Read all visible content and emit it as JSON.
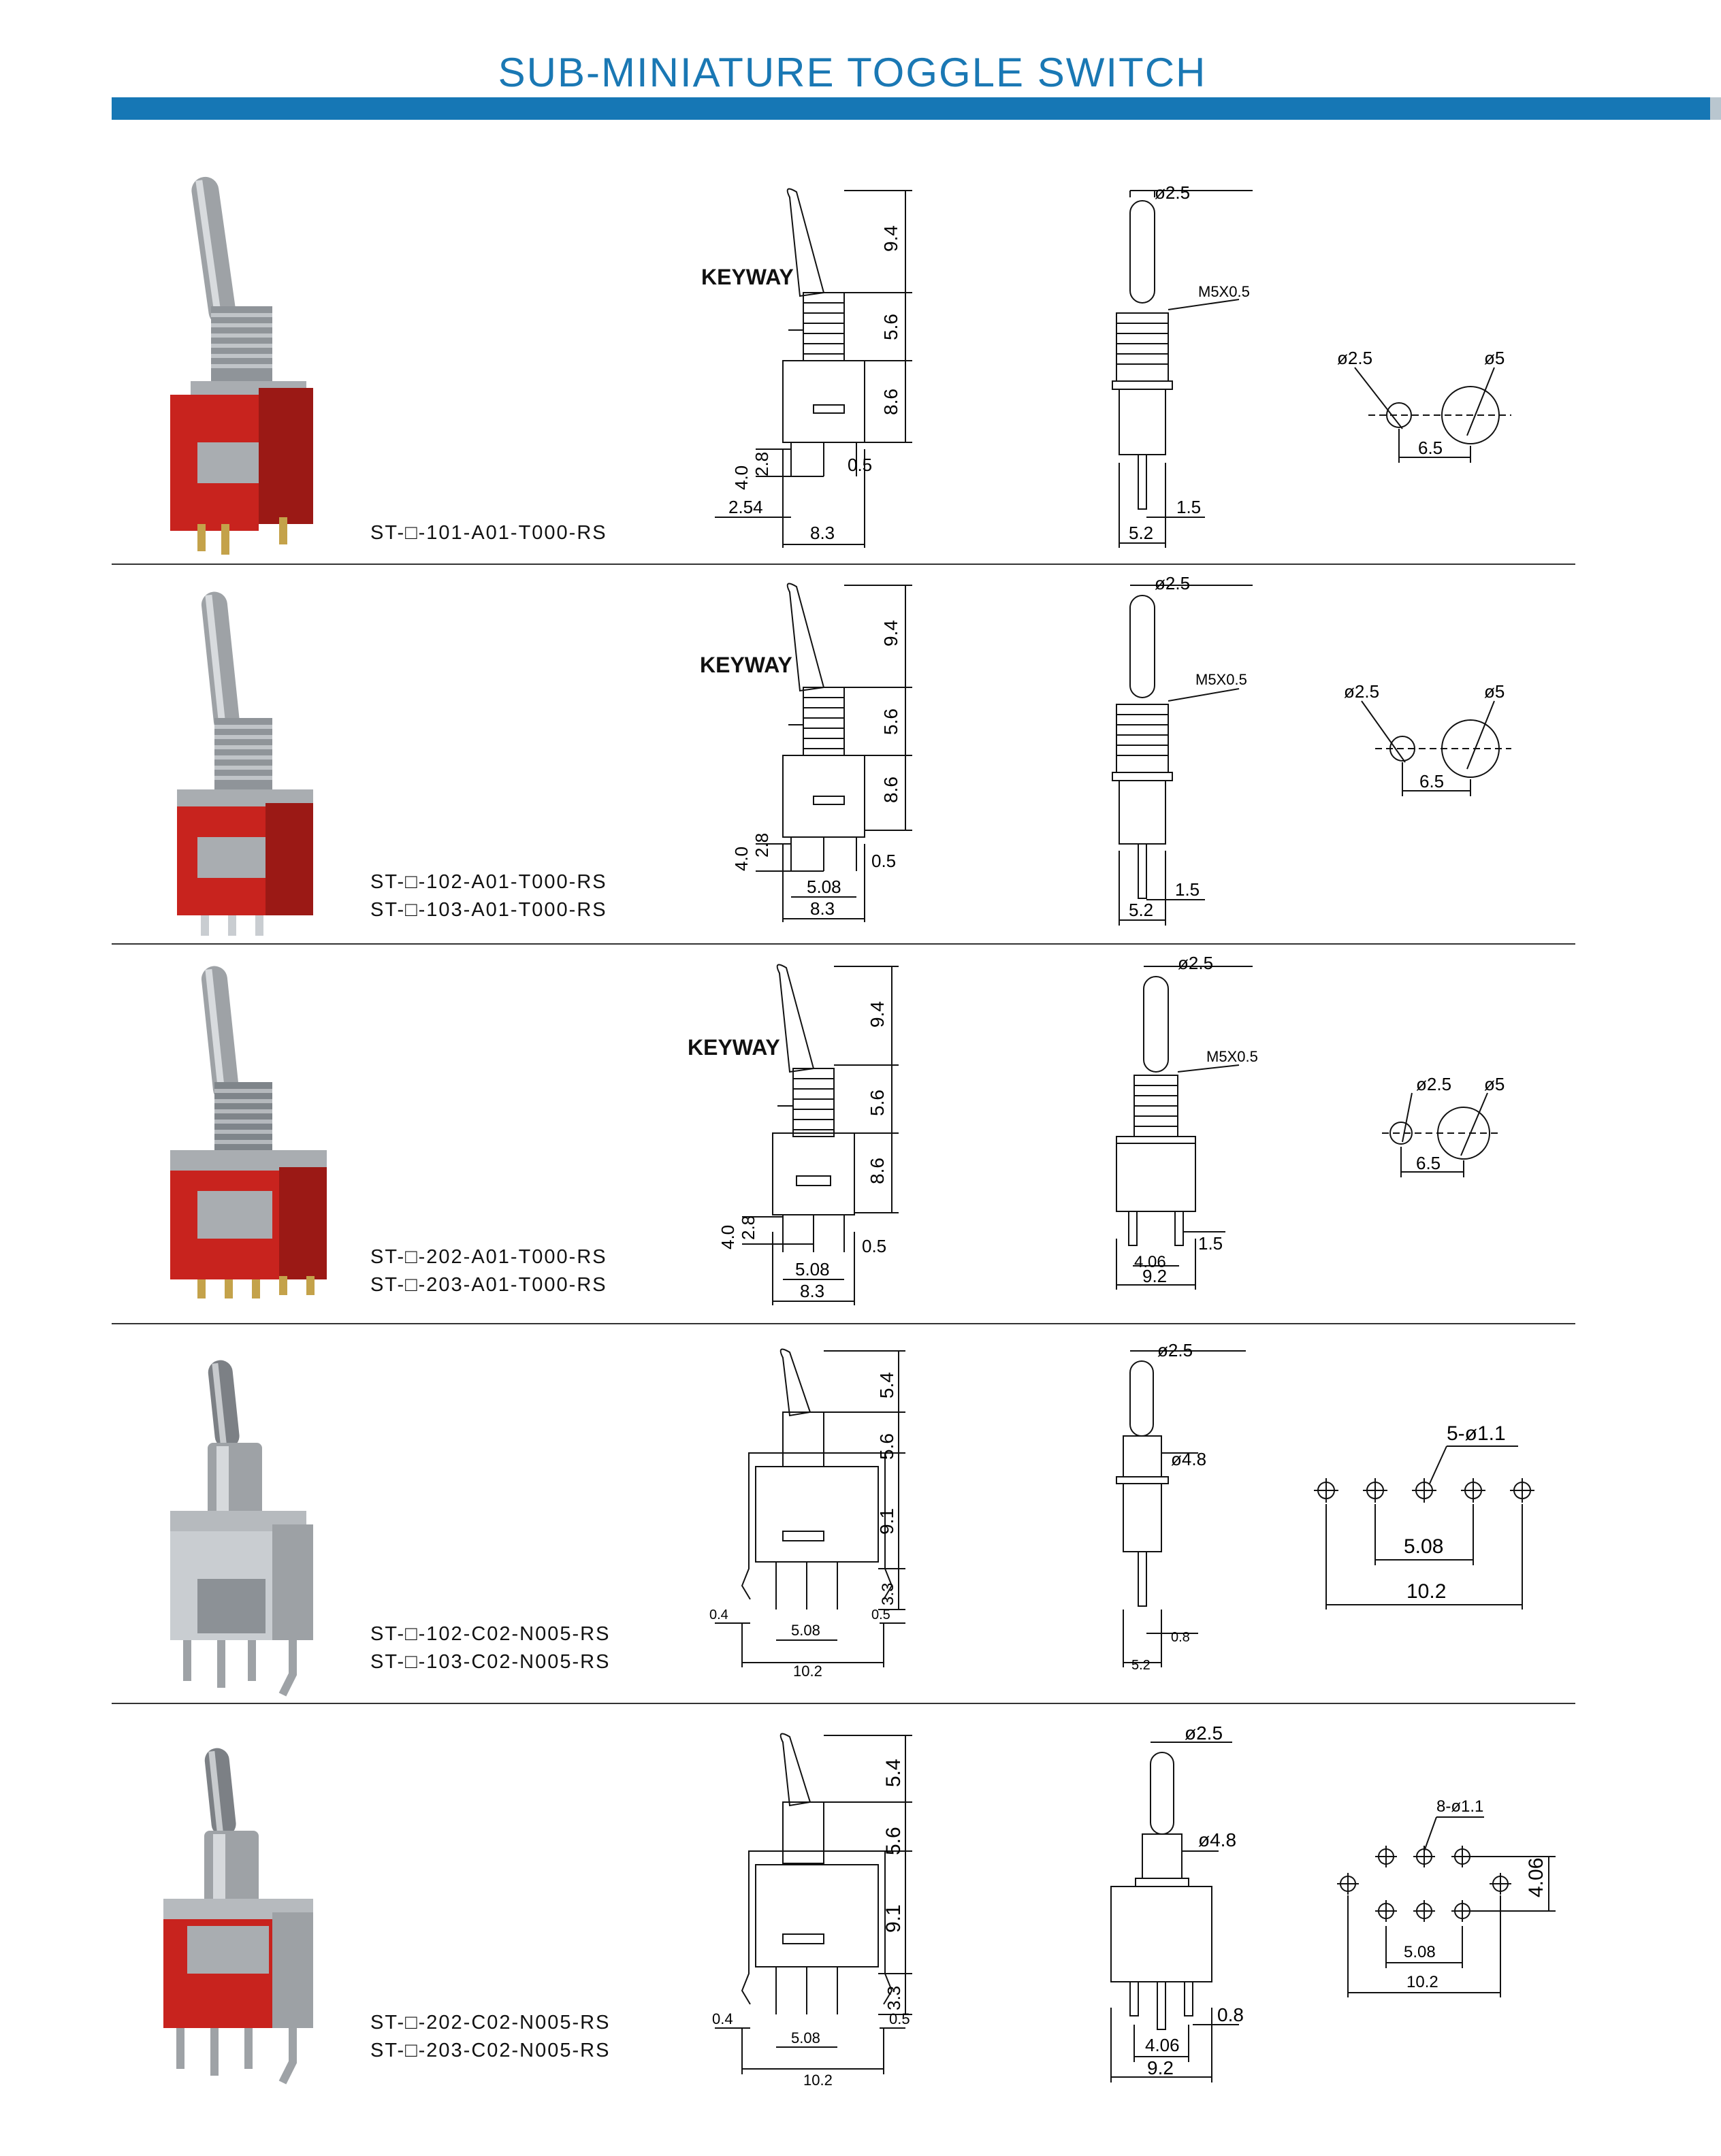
{
  "page": {
    "title": "SUB-MINIATURE TOGGLE SWITCH"
  },
  "colors": {
    "title_blue": "#1a78b4",
    "bar_blue": "#1677b5",
    "switch_red": "#c8231e",
    "metal": "#a9adb1"
  },
  "rows": [
    {
      "part_numbers": [
        "ST-□-101-A01-T000-RS"
      ],
      "front": {
        "keyway": "KEYWAY",
        "d1": "9.4",
        "d2": "5.6",
        "d3": "8.6",
        "d4": "4.0",
        "d5": "2.8",
        "d6": "0.5",
        "d7": "2.54",
        "d8": "8.3"
      },
      "side": {
        "dia": "ø2.5",
        "thread": "M5X0.5",
        "pin": "1.5",
        "width": "5.2"
      },
      "panel": {
        "a": "ø2.5",
        "b": "ø5",
        "c": "6.5"
      }
    },
    {
      "part_numbers": [
        "ST-□-102-A01-T000-RS",
        "ST-□-103-A01-T000-RS"
      ],
      "front": {
        "keyway": "KEYWAY",
        "d1": "9.4",
        "d2": "5.6",
        "d3": "8.6",
        "d4": "4.0",
        "d5": "2.8",
        "d6": "0.5",
        "d7": "5.08",
        "d8": "8.3"
      },
      "side": {
        "dia": "ø2.5",
        "thread": "M5X0.5",
        "pin": "1.5",
        "width": "5.2"
      },
      "panel": {
        "a": "ø2.5",
        "b": "ø5",
        "c": "6.5"
      }
    },
    {
      "part_numbers": [
        "ST-□-202-A01-T000-RS",
        "ST-□-203-A01-T000-RS"
      ],
      "front": {
        "keyway": "KEYWAY",
        "d1": "9.4",
        "d2": "5.6",
        "d3": "8.6",
        "d4": "4.0",
        "d5": "2.8",
        "d6": "0.5",
        "d7": "5.08",
        "d8": "8.3"
      },
      "side": {
        "dia": "ø2.5",
        "thread": "M5X0.5",
        "pin": "1.5",
        "pitch": "4.06",
        "width": "9.2"
      },
      "panel": {
        "a": "ø2.5",
        "b": "ø5",
        "c": "6.5"
      }
    },
    {
      "part_numbers": [
        "ST-□-102-C02-N005-RS",
        "ST-□-103-C02-N005-RS"
      ],
      "front": {
        "d1": "5.4",
        "d2": "5.6",
        "d3": "9.1",
        "d4": "3.3",
        "d5": "0.4",
        "d6": "0.5",
        "d7": "5.08",
        "d8": "10.2"
      },
      "side": {
        "dia": "ø2.5",
        "bushing": "ø4.8",
        "pin": "0.8",
        "width": "5.2"
      },
      "pcb": {
        "holes": "5-ø1.1",
        "pitch": "5.08",
        "span": "10.2"
      }
    },
    {
      "part_numbers": [
        "ST-□-202-C02-N005-RS",
        "ST-□-203-C02-N005-RS"
      ],
      "front": {
        "d1": "5.4",
        "d2": "5.6",
        "d3": "9.1",
        "d4": "3.3",
        "d5": "0.4",
        "d6": "0.5",
        "d7": "5.08",
        "d8": "10.2"
      },
      "side": {
        "dia": "ø2.5",
        "bushing": "ø4.8",
        "pin": "0.8",
        "pitch": "4.06",
        "width": "9.2"
      },
      "pcb": {
        "holes": "8-ø1.1",
        "pitch": "5.08",
        "span": "10.2",
        "row_gap": "4.06"
      }
    }
  ]
}
